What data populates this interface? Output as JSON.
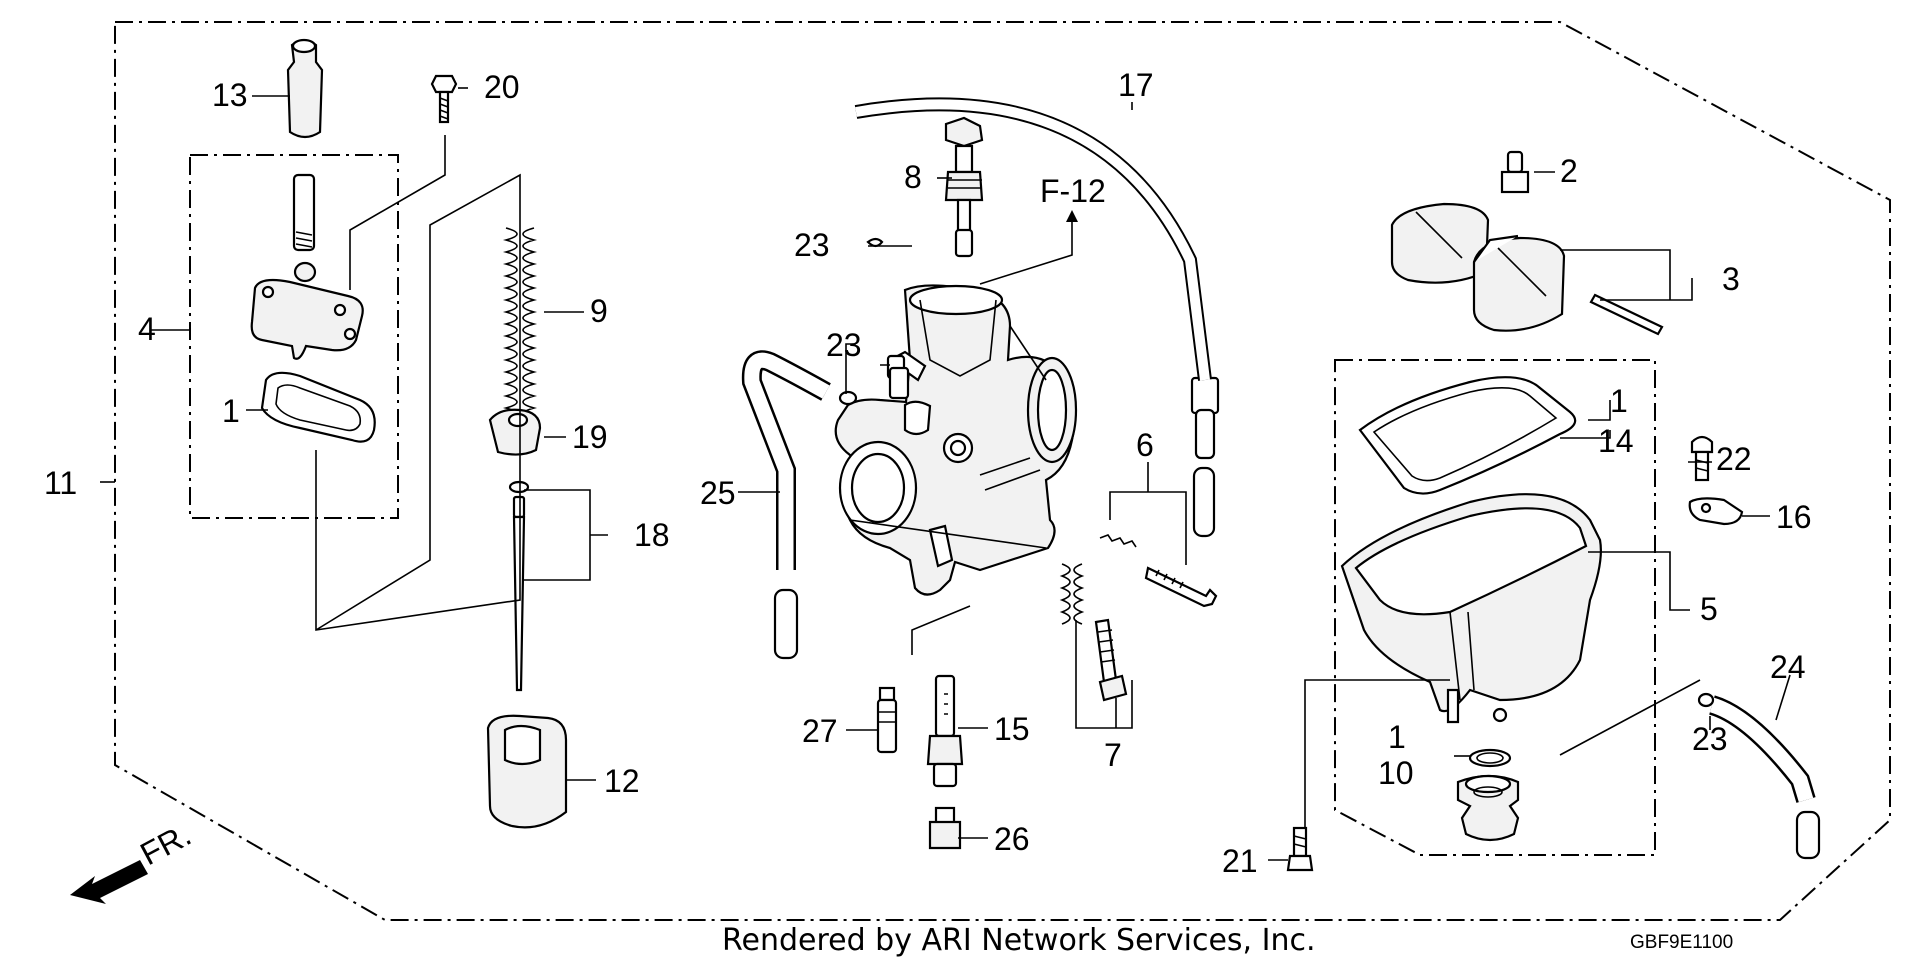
{
  "diagram": {
    "ref_code": "F-12",
    "direction_label": "FR.",
    "footer": "Rendered by ARI Network Services, Inc.",
    "drawing_code": "GBF9E1100"
  },
  "callouts": {
    "c1a": "1",
    "c1b": "1",
    "c1c": "1",
    "c2": "2",
    "c3": "3",
    "c4": "4",
    "c5": "5",
    "c6": "6",
    "c7": "7",
    "c8": "8",
    "c9": "9",
    "c10": "10",
    "c11": "11",
    "c12": "12",
    "c13": "13",
    "c14": "14",
    "c15": "15",
    "c16": "16",
    "c17": "17",
    "c18": "18",
    "c19": "19",
    "c20": "20",
    "c21": "21",
    "c22": "22",
    "c23a": "23",
    "c23b": "23",
    "c23c": "23",
    "c24": "24",
    "c25": "25",
    "c26": "26",
    "c27": "27"
  }
}
